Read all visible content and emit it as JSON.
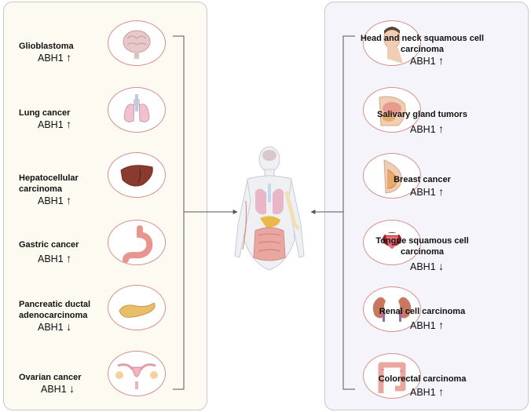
{
  "left": [
    {
      "name": "Glioblastoma",
      "value": "ABH1",
      "arrow": "↑",
      "icon": "brain-icon"
    },
    {
      "name": "Lung cancer",
      "value": "ABH1",
      "arrow": "↑",
      "icon": "lungs-icon"
    },
    {
      "name": "Hepatocellular carcinoma",
      "value": "ABH1",
      "arrow": "↑",
      "icon": "liver-icon"
    },
    {
      "name": "Gastric cancer",
      "value": "ABH1",
      "arrow": "↑",
      "icon": "stomach-icon"
    },
    {
      "name": "Pancreatic ductal adenocarcinoma",
      "value": "ABH1",
      "arrow": "↓",
      "icon": "pancreas-icon"
    },
    {
      "name": "Ovarian cancer",
      "value": "ABH1",
      "arrow": "↓",
      "icon": "uterus-icon"
    }
  ],
  "right": [
    {
      "name": "Head and neck squamous cell carcinoma",
      "value": "ABH1",
      "arrow": "↑",
      "icon": "head-neck-icon"
    },
    {
      "name": "Salivary gland tumors",
      "value": "ABH1",
      "arrow": "↑",
      "icon": "salivary-gland-icon"
    },
    {
      "name": "Breast cancer",
      "value": "ABH1",
      "arrow": "↑",
      "icon": "breast-icon"
    },
    {
      "name": "Tongue squamous cell carcinoma",
      "value": "ABH1",
      "arrow": "↓",
      "icon": "tongue-icon"
    },
    {
      "name": "Renal cell carcinoma",
      "value": "ABH1",
      "arrow": "↑",
      "icon": "kidneys-icon"
    },
    {
      "name": "Colorectal carcinoma",
      "value": "ABH1",
      "arrow": "↑",
      "icon": "colon-icon"
    }
  ],
  "colors": {
    "left_panel": "#fdfaf1",
    "right_panel": "#f4f4fa",
    "circle_border": "#d98f8f",
    "connector": "#555555"
  }
}
